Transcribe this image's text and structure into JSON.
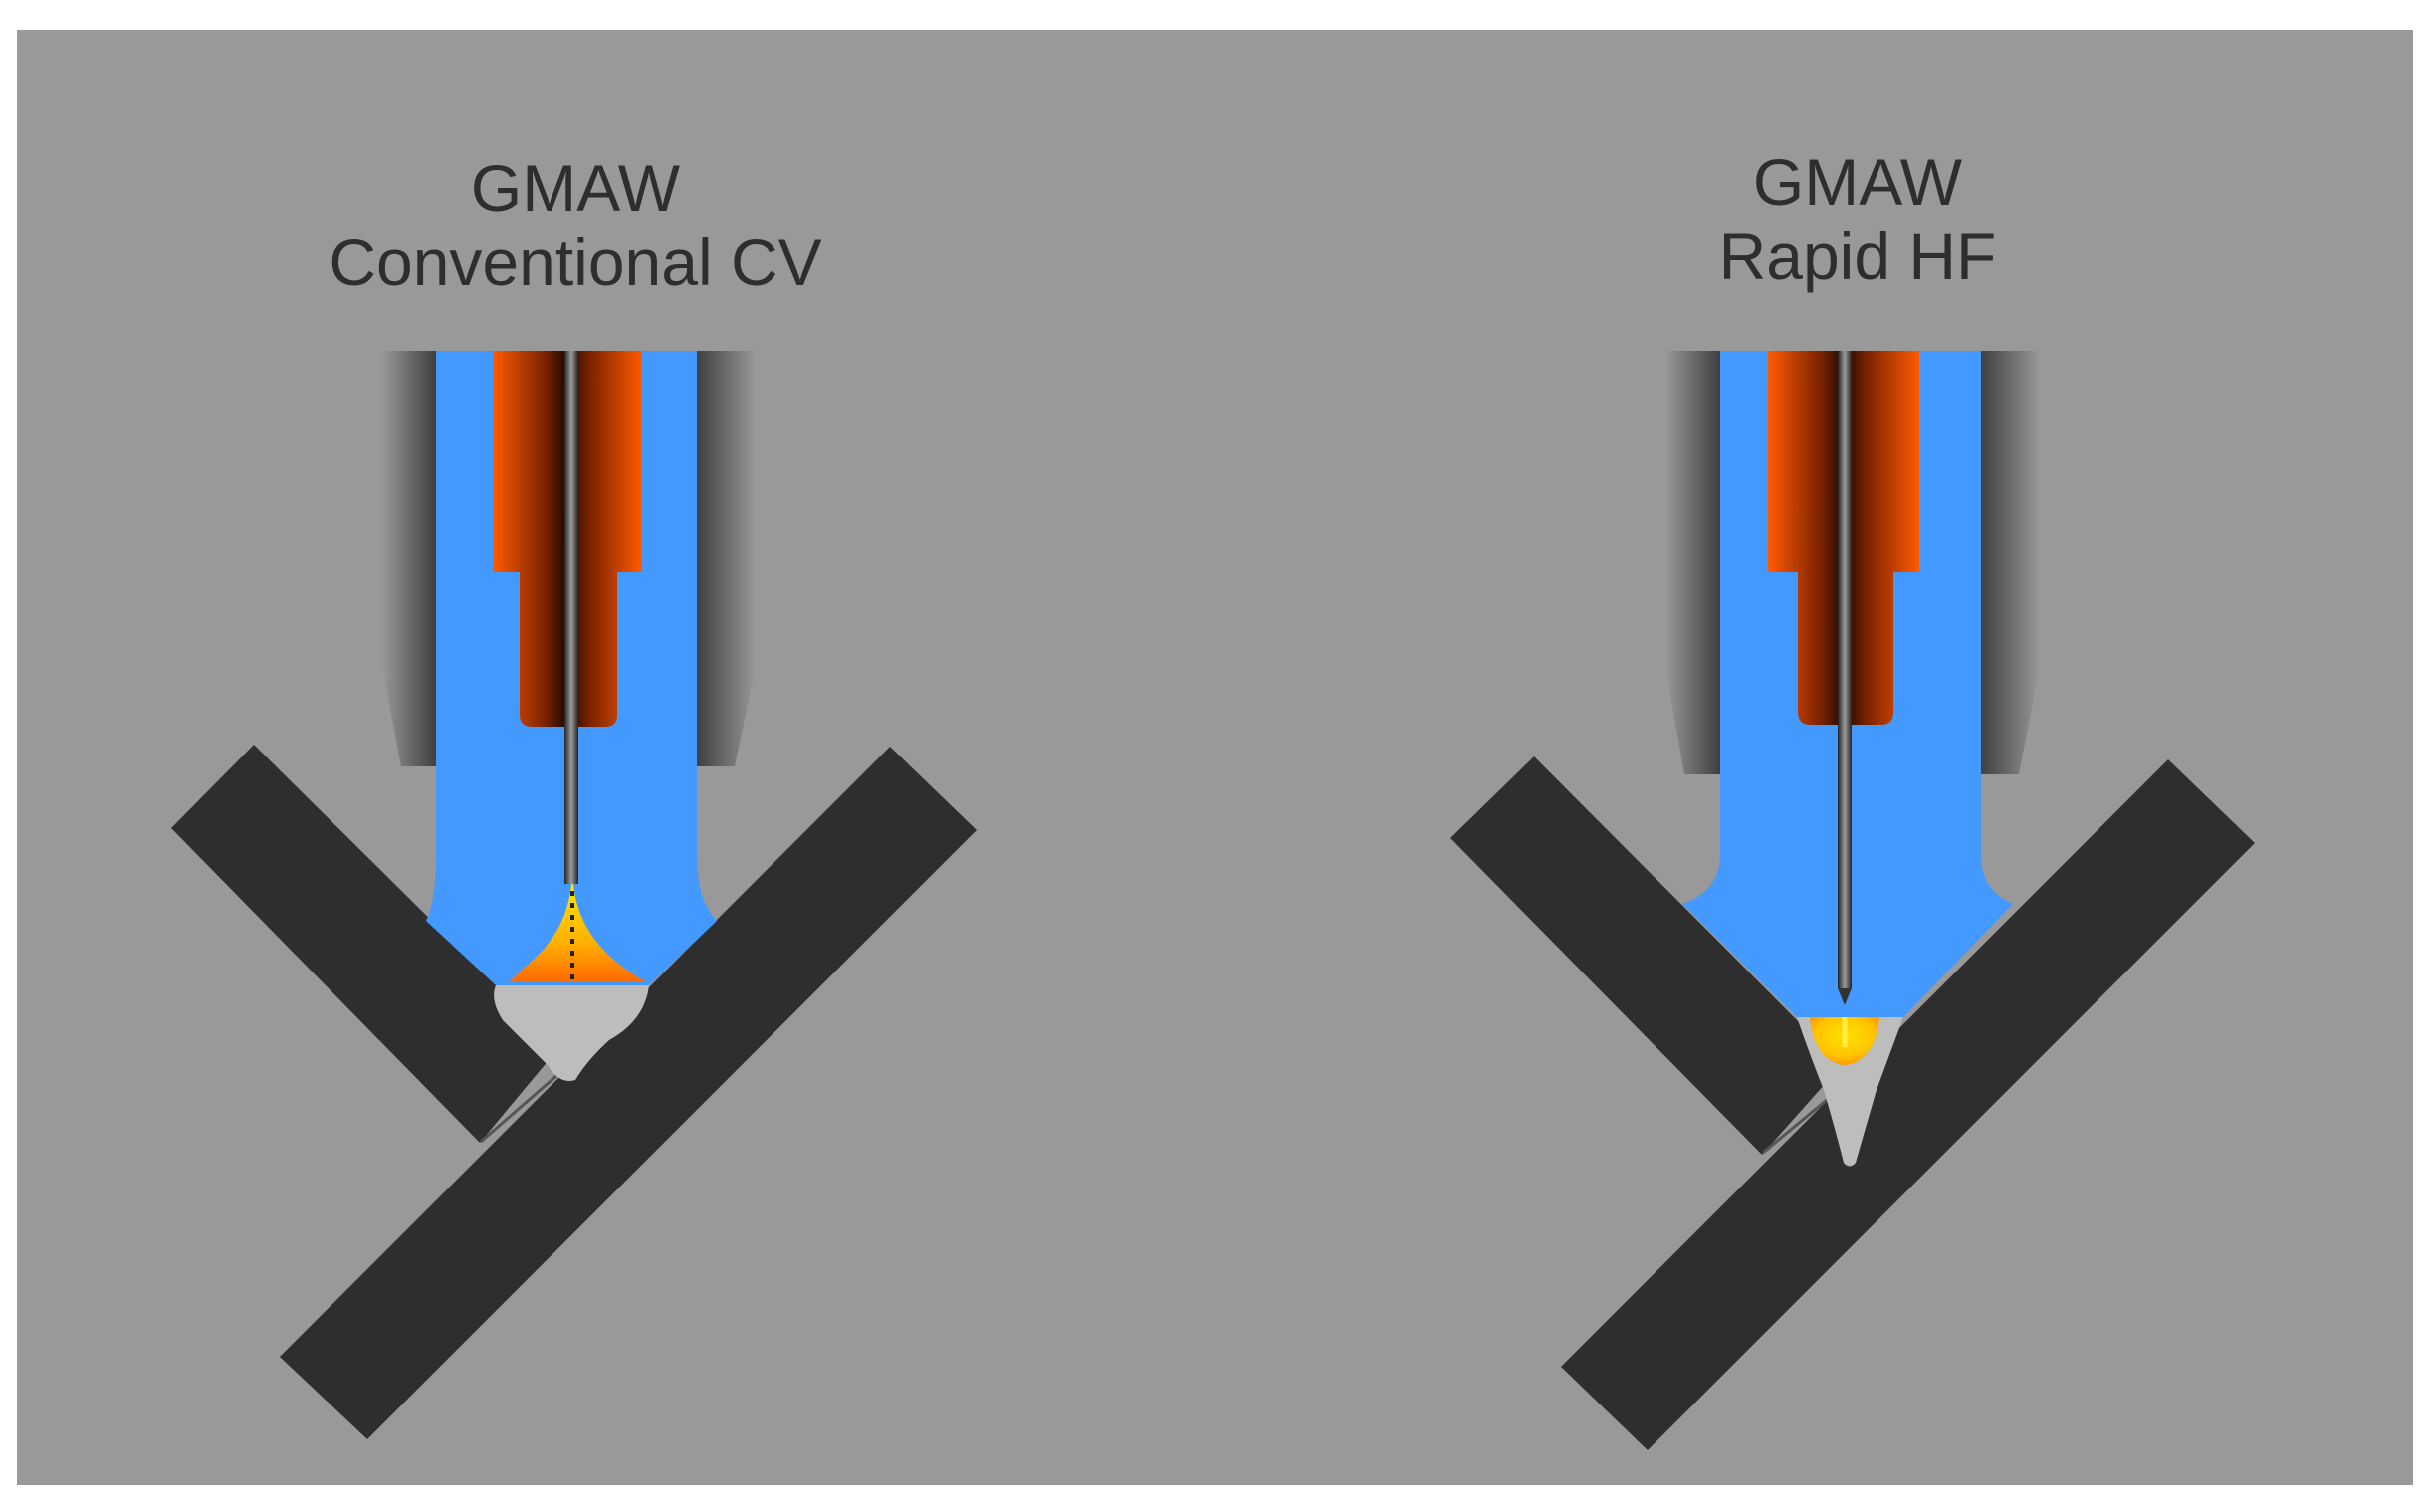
{
  "figure": {
    "left_panel": {
      "title_line1": "GMAW",
      "title_line2": "Conventional CV"
    },
    "right_panel": {
      "title_line1": "GMAW",
      "title_line2": "Rapid HF"
    }
  },
  "colors": {
    "background": "#999999",
    "workpiece": "#2e2e2e",
    "shielding_gas": "#4499ff",
    "contact_tip": "#ff5500",
    "arc": "#ffcc00",
    "nozzle": "#5a5a5a",
    "weld_pool": "#bdbdbd"
  }
}
